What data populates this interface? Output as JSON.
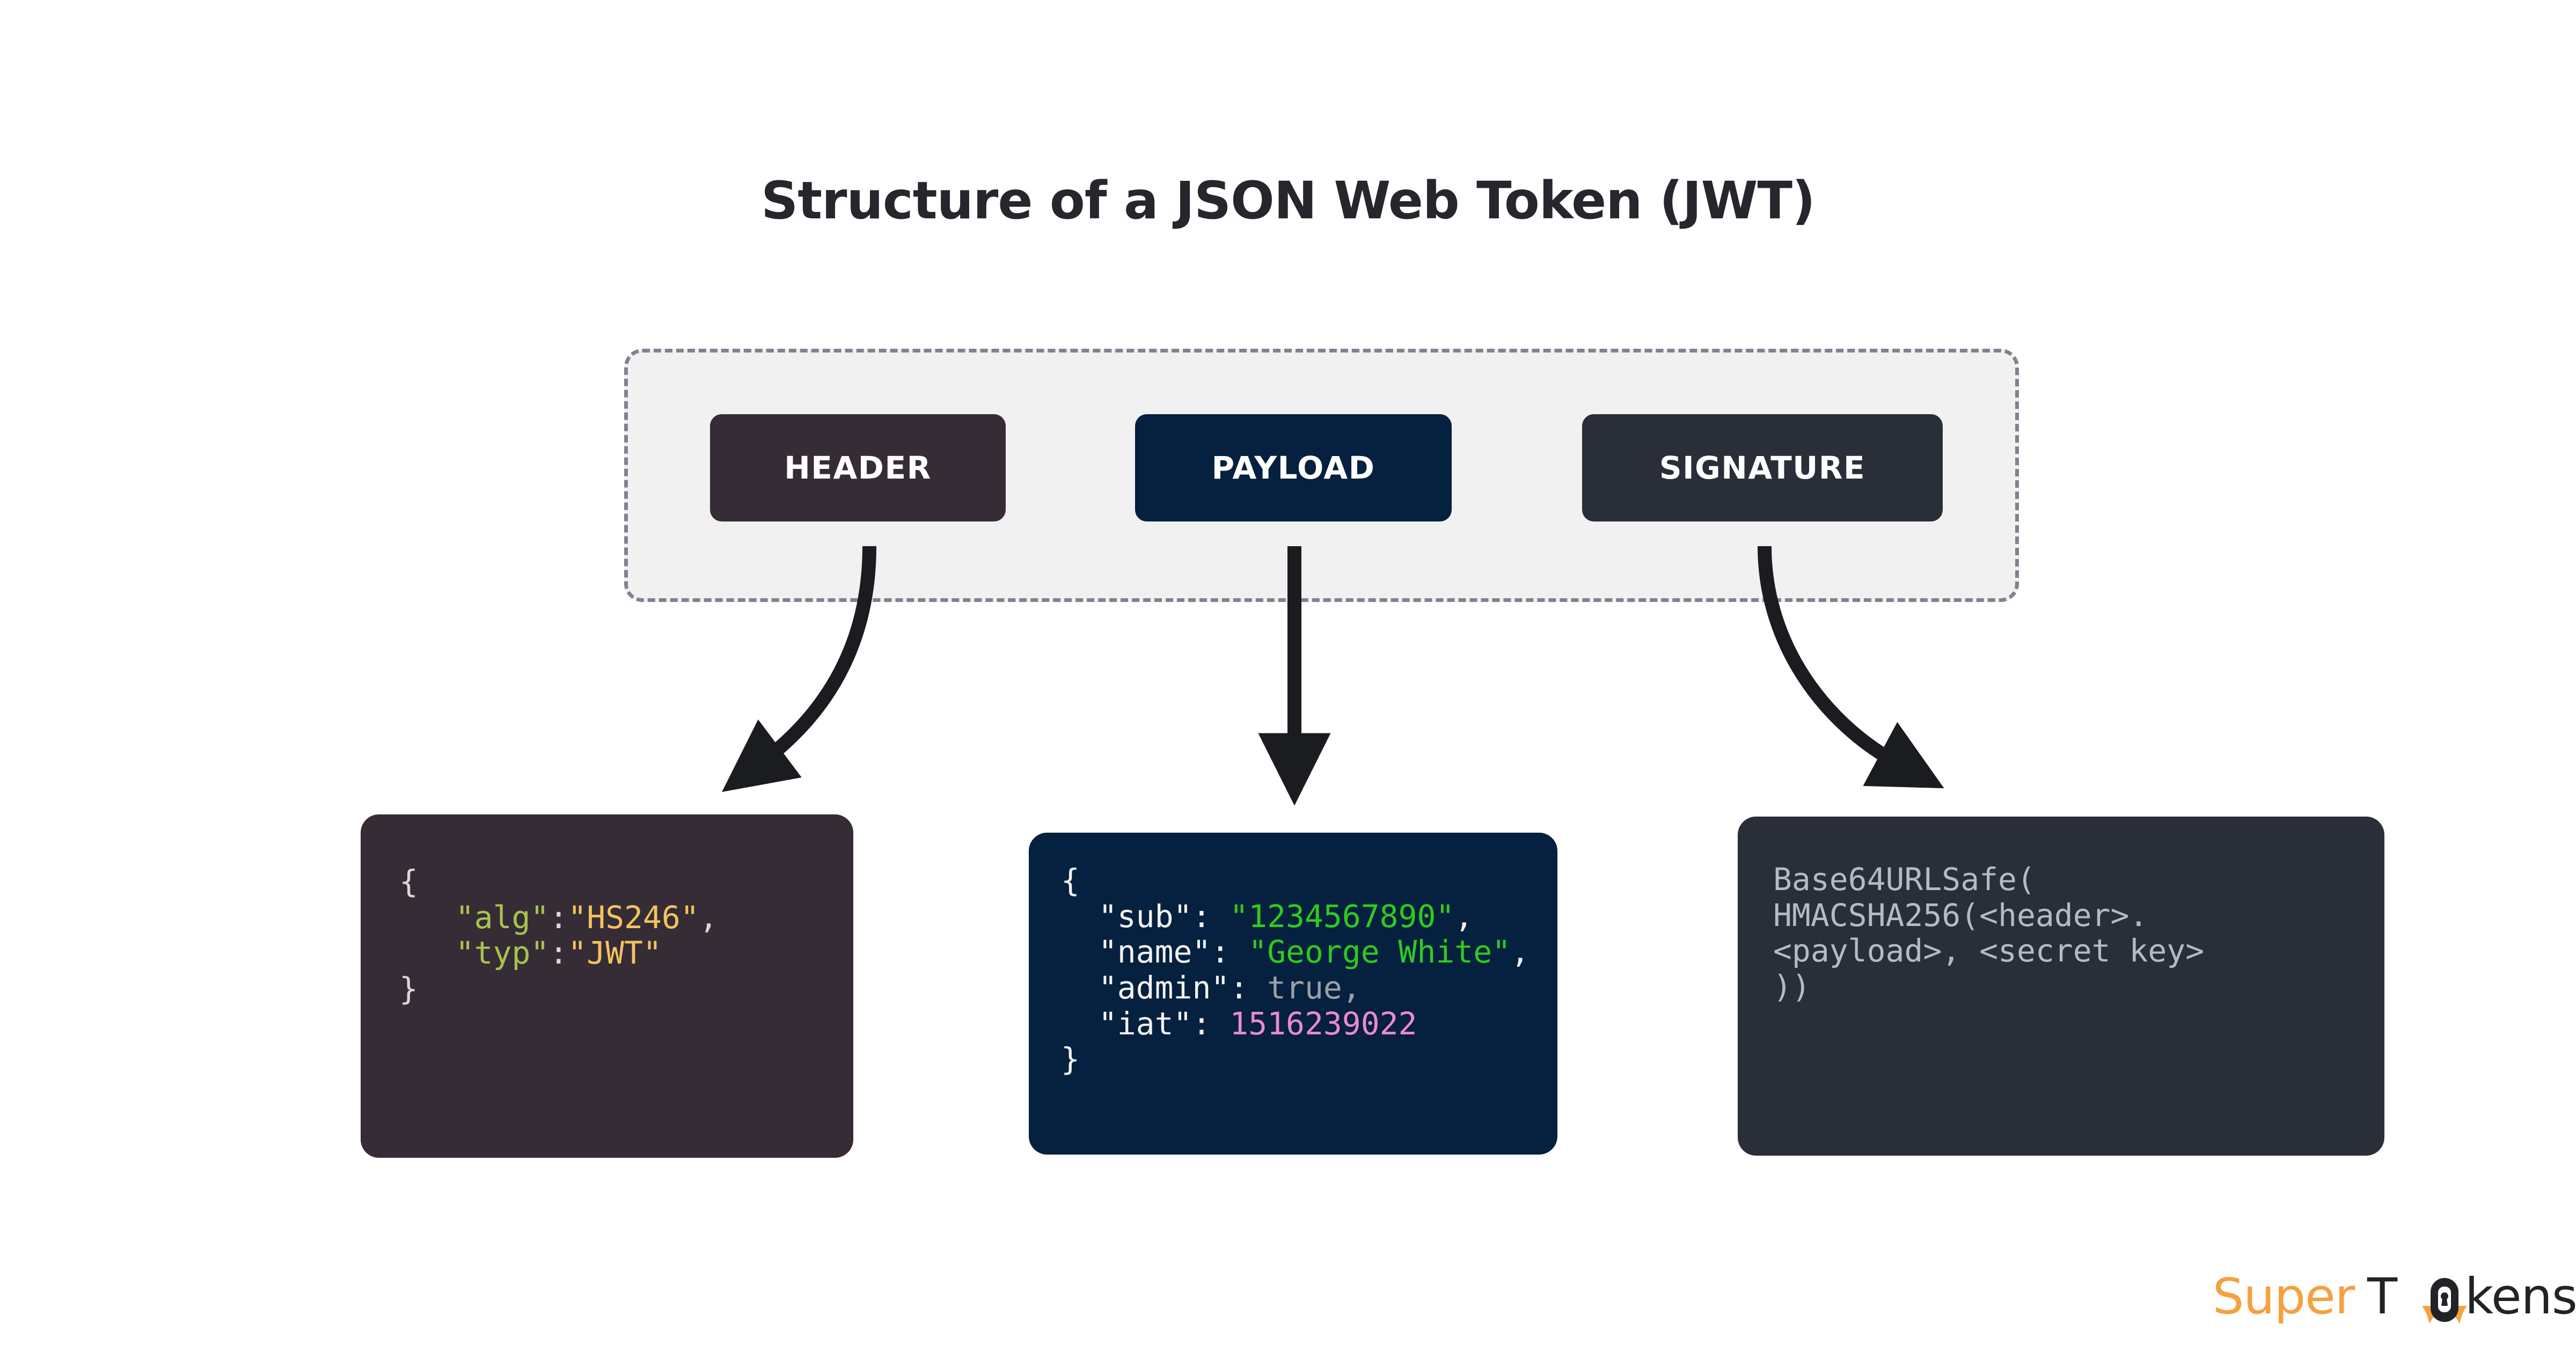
{
  "page": {
    "title": "Structure of a JSON Web Token (JWT)",
    "background_color": "#ffffff"
  },
  "token_container": {
    "fill_color": "#f1f1f1",
    "border_color": "#80828f",
    "segments": [
      {
        "label": "HEADER",
        "color": "#362c36"
      },
      {
        "label": "PAYLOAD",
        "color": "#06203f"
      },
      {
        "label": "SIGNATURE",
        "color": "#2a2e38"
      }
    ]
  },
  "arrows": [
    {
      "name": "header-arrow",
      "shape": "curved-left"
    },
    {
      "name": "payload-arrow",
      "shape": "straight-down"
    },
    {
      "name": "signature-arrow",
      "shape": "curved-right"
    }
  ],
  "cards": {
    "header": {
      "background_color": "#362c36",
      "lines": [
        {
          "parts": [
            {
              "text": "{",
              "token": "punct"
            }
          ]
        },
        {
          "parts": [
            {
              "text": "   ",
              "token": "punct"
            },
            {
              "text": "\"alg\"",
              "token": "key-green"
            },
            {
              "text": ":",
              "token": "punct"
            },
            {
              "text": "\"HS246\"",
              "token": "value-orange"
            },
            {
              "text": ",",
              "token": "punct"
            }
          ]
        },
        {
          "parts": [
            {
              "text": "   ",
              "token": "punct"
            },
            {
              "text": "\"typ\"",
              "token": "key-green"
            },
            {
              "text": ":",
              "token": "punct"
            },
            {
              "text": "\"JWT\"",
              "token": "value-orange"
            }
          ]
        },
        {
          "parts": [
            {
              "text": "}",
              "token": "punct"
            }
          ]
        }
      ]
    },
    "payload": {
      "background_color": "#06203f",
      "lines": [
        {
          "parts": [
            {
              "text": "{",
              "token": "key-white"
            }
          ]
        },
        {
          "parts": [
            {
              "text": "  ",
              "token": "key-white"
            },
            {
              "text": "\"sub\": ",
              "token": "key-white"
            },
            {
              "text": "\"1234567890\"",
              "token": "string-green"
            },
            {
              "text": ",",
              "token": "key-white"
            }
          ]
        },
        {
          "parts": [
            {
              "text": "  ",
              "token": "key-white"
            },
            {
              "text": "\"name\": ",
              "token": "key-white"
            },
            {
              "text": "\"George White\"",
              "token": "string-green"
            },
            {
              "text": ",",
              "token": "key-white"
            }
          ]
        },
        {
          "parts": [
            {
              "text": "  ",
              "token": "key-white"
            },
            {
              "text": "\"admin\": ",
              "token": "key-white"
            },
            {
              "text": "true",
              "token": "bool-gray"
            },
            {
              "text": ",",
              "token": "bool-gray"
            }
          ]
        },
        {
          "parts": [
            {
              "text": "  ",
              "token": "key-white"
            },
            {
              "text": "\"iat\": ",
              "token": "key-white"
            },
            {
              "text": "1516239022",
              "token": "number-pink"
            }
          ]
        },
        {
          "parts": [
            {
              "text": "}",
              "token": "key-white"
            }
          ]
        }
      ]
    },
    "signature": {
      "background_color": "#2a2e38",
      "lines": [
        {
          "parts": [
            {
              "text": "Base64URLSafe(",
              "token": "plain"
            }
          ]
        },
        {
          "parts": [
            {
              "text": "HMACSHA256(<header>.",
              "token": "plain"
            }
          ]
        },
        {
          "parts": [
            {
              "text": "<payload>, <secret key>",
              "token": "plain"
            }
          ]
        },
        {
          "parts": [
            {
              "text": "))",
              "token": "plain"
            }
          ]
        }
      ]
    }
  },
  "brand": {
    "super": "Super",
    "tok": "T",
    "ens": "kens",
    "full_name": "SuperTokens",
    "accent_color": "#f5a13f",
    "dark_color": "#222326"
  }
}
